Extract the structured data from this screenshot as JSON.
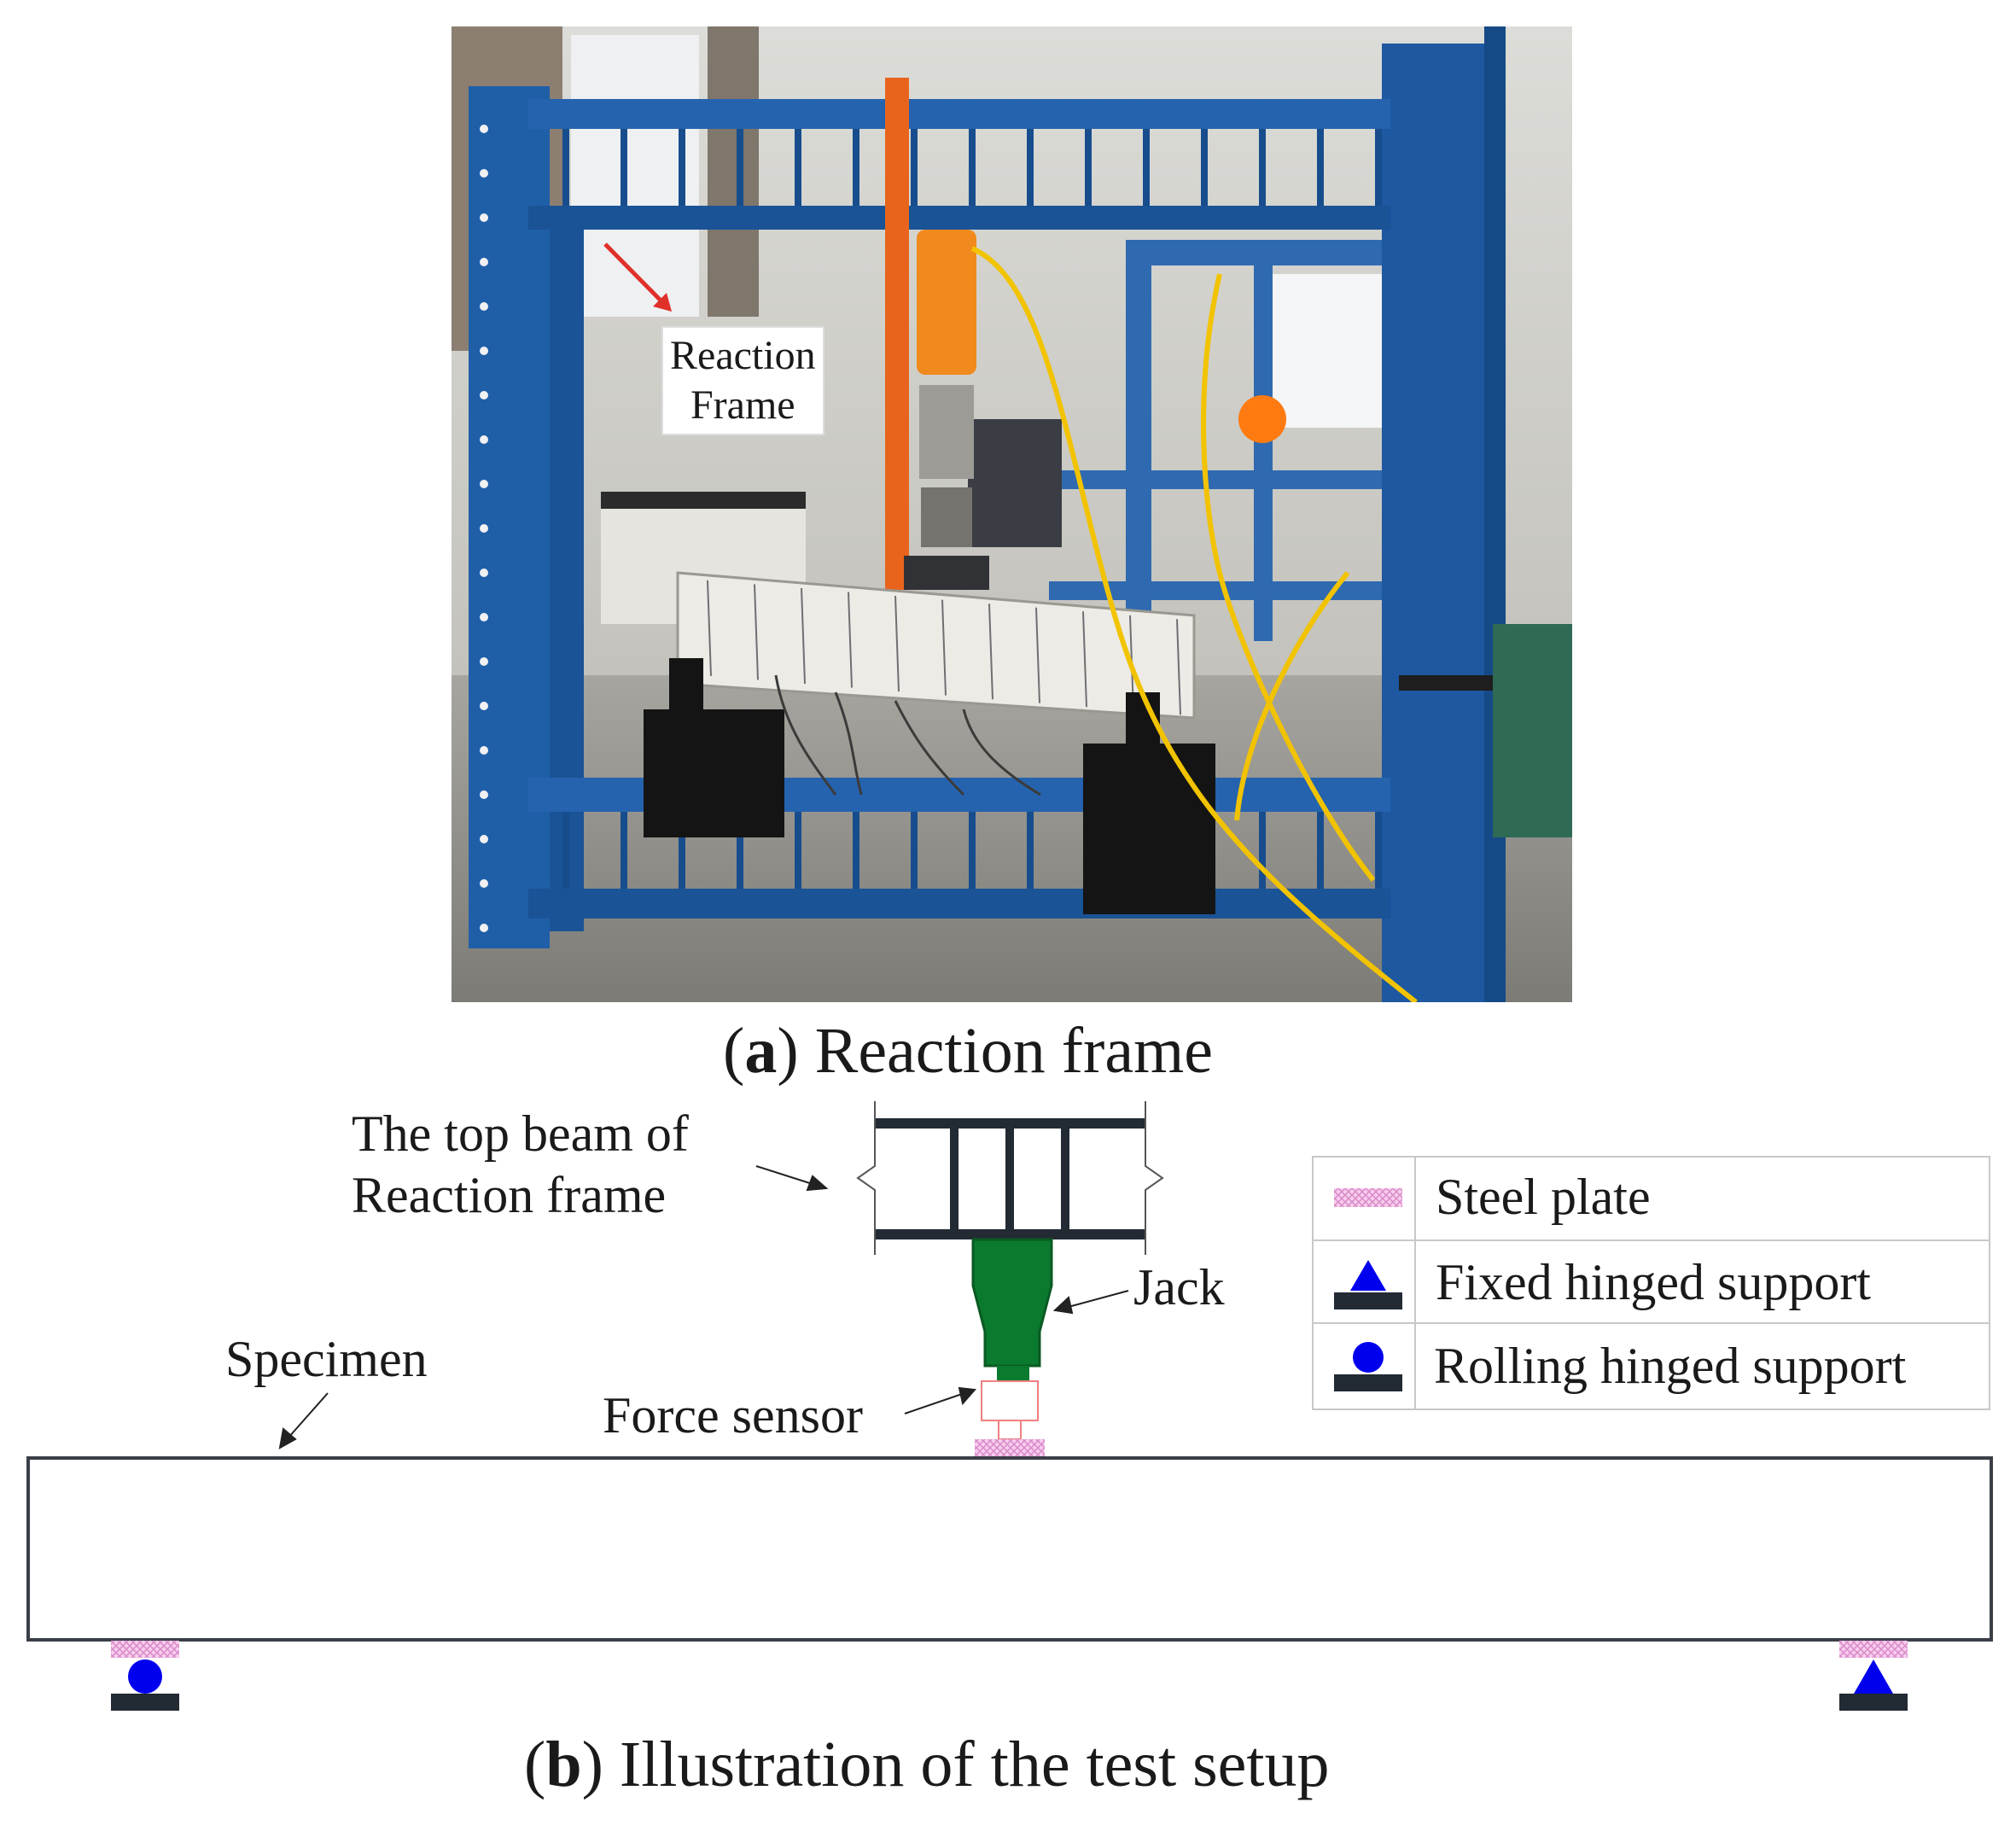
{
  "panel_a": {
    "letter": "a",
    "caption": "Reaction frame",
    "photo_label_line1": "Reaction",
    "photo_label_line2": "Frame"
  },
  "panel_b": {
    "letter": "b",
    "caption": "Illustration of the test setup",
    "labels": {
      "top_beam_line1": "The top beam of",
      "top_beam_line2": "Reaction frame",
      "jack": "Jack",
      "force_sensor": "Force sensor",
      "specimen": "Specimen"
    },
    "legend": [
      {
        "symbol": "steel-plate",
        "label": "Steel plate"
      },
      {
        "symbol": "fixed-hinged-support",
        "label": "Fixed hinged support"
      },
      {
        "symbol": "rolling-hinged-support",
        "label": "Rolling hinged support"
      }
    ]
  },
  "colors": {
    "frame_blue": "#1f5fa8",
    "jack_green": "#0a7a2e",
    "support_blue": "#0000ee",
    "steel_plate_pink": "#f4b8e8",
    "sensor_pink": "#f08080",
    "dark": "#222a33"
  }
}
